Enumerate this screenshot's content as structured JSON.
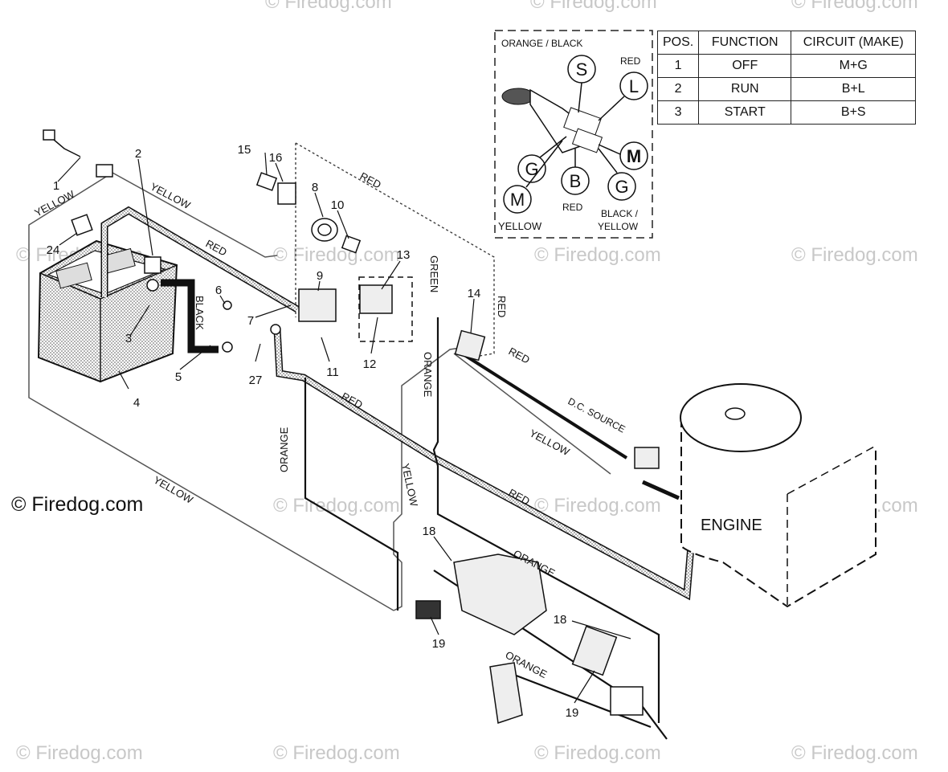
{
  "watermarks": {
    "text": "© Firedog.com",
    "main": "© Firedog.com"
  },
  "key_switch": {
    "terminals": [
      "S",
      "L",
      "M",
      "G",
      "B",
      "G",
      "M"
    ],
    "wire_labels": {
      "orange_black": "ORANGE / BLACK",
      "red_top": "RED",
      "red_b": "RED",
      "yellow": "YELLOW",
      "black_yellow_1": "BLACK /",
      "black_yellow_2": "YELLOW"
    }
  },
  "position_table": {
    "headers": [
      "POS.",
      "FUNCTION",
      "CIRCUIT  (MAKE)"
    ],
    "rows": [
      [
        "1",
        "OFF",
        "M+G"
      ],
      [
        "2",
        "RUN",
        "B+L"
      ],
      [
        "3",
        "START",
        "B+S"
      ]
    ]
  },
  "wire_labels": {
    "yellow_1": "YELLOW",
    "yellow_2": "YELLOW",
    "yellow_3": "YELLOW",
    "yellow_4": "YELLOW",
    "yellow_5": "YELLOW",
    "red_1": "RED",
    "red_2": "RED",
    "red_3": "RED",
    "red_4": "RED",
    "red_5": "RED",
    "green": "GREEN",
    "black": "BLACK",
    "orange_1": "ORANGE",
    "orange_2": "ORANGE",
    "orange_3": "ORANGE",
    "orange_4": "ORANGE",
    "dc_source": "D.C. SOURCE",
    "engine": "ENGINE"
  },
  "part_numbers": [
    "1",
    "2",
    "3",
    "4",
    "5",
    "6",
    "7",
    "8",
    "9",
    "10",
    "11",
    "12",
    "13",
    "14",
    "15",
    "16",
    "18",
    "18",
    "19",
    "19",
    "24",
    "27"
  ]
}
